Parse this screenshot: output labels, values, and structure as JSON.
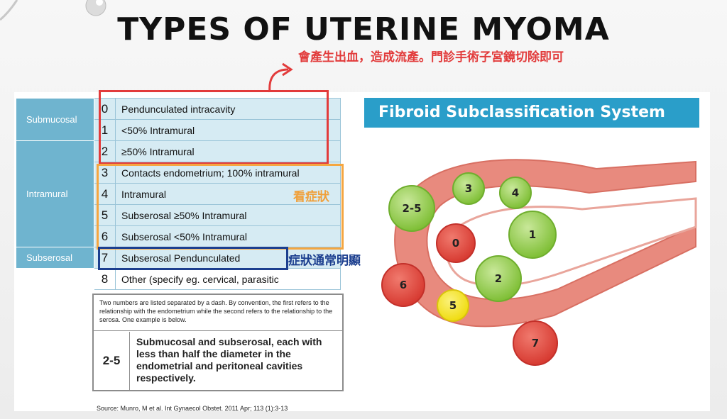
{
  "slide": {
    "title": "TYPES OF UTERINE MYOMA",
    "note_red": "會產生出血，造成流產。門診手術子宮鏡切除即可",
    "label_orange": "看症狀",
    "label_blue": "症狀通常明顯"
  },
  "table": {
    "categories": [
      "Submucosal",
      "Intramural",
      "Subserosal"
    ],
    "rows": [
      {
        "num": "0",
        "desc": "Pendunculated intracavity"
      },
      {
        "num": "1",
        "desc": "<50% Intramural"
      },
      {
        "num": "2",
        "desc": "≥50% Intramural"
      },
      {
        "num": "3",
        "desc": "Contacts endometrium; 100% intramural"
      },
      {
        "num": "4",
        "desc": "Intramural"
      },
      {
        "num": "5",
        "desc": "Subserosal ≥50% Intramural"
      },
      {
        "num": "6",
        "desc": "Subserosal <50% Intramural"
      },
      {
        "num": "7",
        "desc": "Subserosal Pendunculated"
      },
      {
        "num": "8",
        "desc": "Other (specify eg. cervical, parasitic"
      }
    ]
  },
  "explanation": {
    "note": "Two numbers are listed separated by a dash. By convention, the first refers to the relationship with the endometrium while the second refers to the relationship to the serosa. One example is below.",
    "code": "2-5",
    "description": "Submucosal and subserosal, each with less than half the diameter in the endometrial and peritoneal cavities respectively."
  },
  "source": "Source: Munro, M et al. Int Gynaecol Obstet. 2011 Apr; 113 (1):3-13",
  "diagram": {
    "banner": "Fibroid Subclassification System",
    "fibroids": {
      "f0": "0",
      "f1": "1",
      "f2": "2",
      "f3": "3",
      "f4": "4",
      "f5": "5",
      "f6": "6",
      "f7": "7",
      "f25": "2-5"
    },
    "colors": {
      "uterus": "#e88a7e",
      "red": "#e3463c",
      "green": "#8cc63f",
      "yellow": "#f5e21a",
      "banner": "#2a9ec9",
      "table_cat": "#6fb4cf",
      "table_cell": "#d6ebf3"
    }
  }
}
